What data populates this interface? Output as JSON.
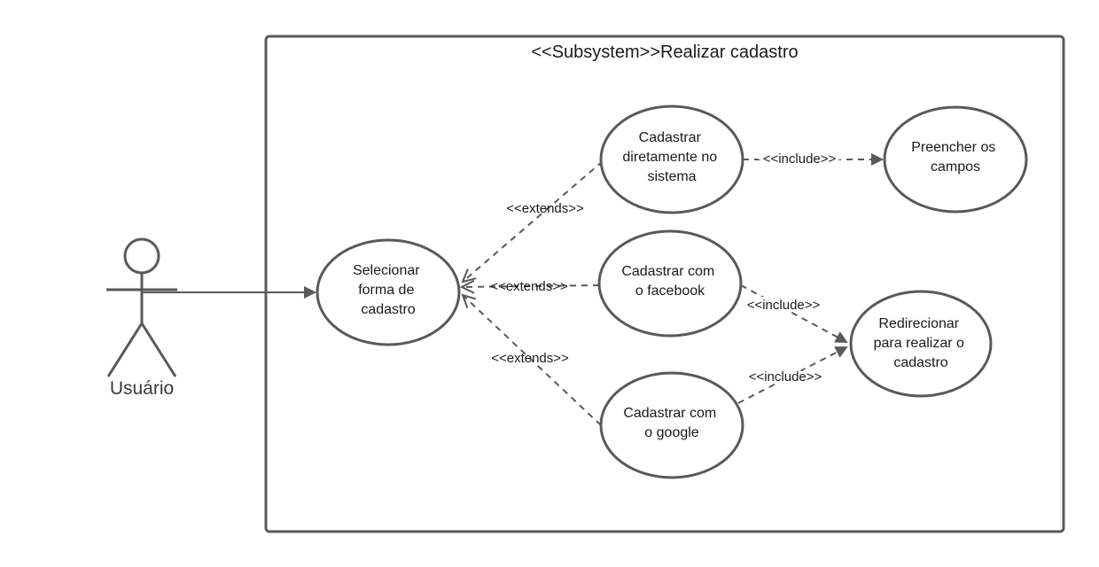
{
  "subsystem": {
    "title": "<<Subsystem>>Realizar cadastro"
  },
  "actor": {
    "label": "Usuário"
  },
  "use_cases": {
    "selecionar": [
      "Selecionar",
      "forma de",
      "cadastro"
    ],
    "diretamente": [
      "Cadastrar",
      "diretamente no",
      "sistema"
    ],
    "preencher": [
      "Preencher os",
      "campos"
    ],
    "facebook": [
      "Cadastrar com",
      "o facebook"
    ],
    "google": [
      "Cadastrar com",
      "o google"
    ],
    "redirecionar": [
      "Redirecionar",
      "para realizar o",
      "cadastro"
    ]
  },
  "relations": {
    "extends_diretamente": "<<extends>>",
    "extends_facebook": "<<extends>>",
    "extends_google": "<<extends>>",
    "include_preencher": "<<include>>",
    "include_facebook": "<<include>>",
    "include_google": "<<include>>"
  },
  "colors": {
    "stroke": "#595959",
    "text": "#1a1a1a",
    "background": "#ffffff"
  }
}
